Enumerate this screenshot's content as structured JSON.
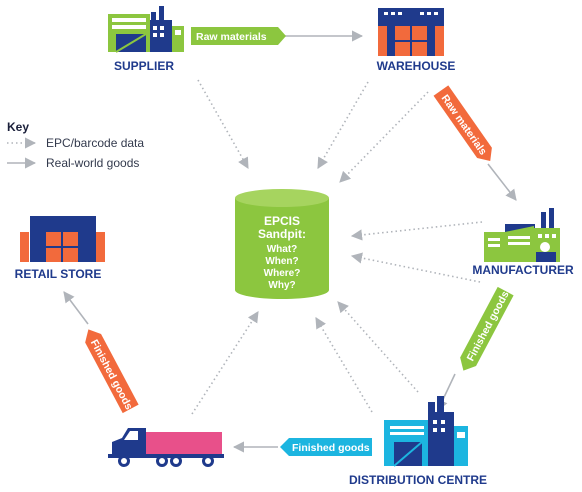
{
  "key": {
    "title": "Key",
    "epc_label": "EPC/barcode data",
    "goods_label": "Real-world goods"
  },
  "nodes": {
    "supplier": "SUPPLIER",
    "warehouse": "WAREHOUSE",
    "manufacturer": "MANUFACTURER",
    "distribution": "DISTRIBUTION CENTRE",
    "retail": "RETAIL STORE"
  },
  "flows": {
    "supplier_to_warehouse": "Raw materials",
    "warehouse_to_manufacturer": "Raw materials",
    "manufacturer_to_distribution": "Finished goods",
    "distribution_to_truck": "Finished goods",
    "truck_to_retail": "Finished goods"
  },
  "database": {
    "line1": "EPCIS",
    "line2": "Sandpit:",
    "q1": "What?",
    "q2": "When?",
    "q3": "Where?",
    "q4": "Why?"
  },
  "colors": {
    "navy": "#1f3a8c",
    "green": "#8cc63f",
    "orange": "#f26a3c",
    "cyan": "#1cb5e0",
    "pink": "#e8508a",
    "grey": "#b0b4ba"
  }
}
